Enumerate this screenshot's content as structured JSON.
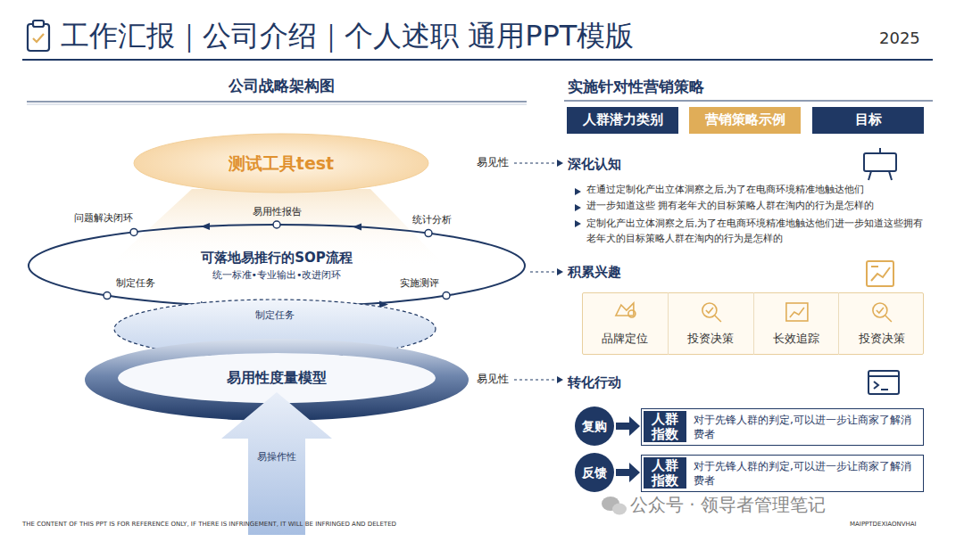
{
  "diagram": {
    "title": "工作汇报｜公司介绍｜个人述职 通用PPT模版",
    "nodes": [
      {
        "text": [
          "测试工具test"
        ]
      },
      {
        "text": [
          "可落地易推行的SOP流程",
          "统一标准•专业输出•改进闭环"
        ]
      },
      {
        "text": [
          "制定任务"
        ]
      },
      {
        "text": [
          "易用性度量模型"
        ]
      },
      {
        "text": [
          "易操作性"
        ]
      },
      {
        "text": [
          "人群潜力类别"
        ]
      },
      {
        "text": [
          "营销策略示例"
        ]
      },
      {
        "text": [
          "目标"
        ]
      },
      {
        "text": [
          "积累兴趣"
        ]
      },
      {
        "text": [
          "品牌定位"
        ],
        "in": 8
      },
      {
        "text": [
          "投资决策"
        ],
        "in": 8
      },
      {
        "text": [
          "长效追踪"
        ],
        "in": 8
      },
      {
        "text": [
          "投资决策"
        ],
        "in": 8
      },
      {
        "text": [
          "复购"
        ]
      },
      {
        "text": [
          "对于先锋人群的判定,可以进一步让商家了解消费者"
        ]
      },
      {
        "text": [
          "人群 指数"
        ],
        "in": 14
      },
      {
        "text": [
          "反馈"
        ]
      },
      {
        "text": [
          "对于先锋人群的判定,可以进一步让商家了解消费者"
        ]
      },
      {
        "text": [
          "人群 指数"
        ],
        "in": 17
      }
    ],
    "edges": [
      {
        "from": 13,
        "to": 14,
        "arrow": "to"
      },
      {
        "from": 16,
        "to": 17,
        "arrow": "to"
      }
    ],
    "labels": [
      "2025",
      "公司战略架构图",
      "易见性",
      "问题解决闭环",
      "易用性报告",
      "统计分析",
      "制定任务",
      "实施测评",
      "易见性",
      "实施针对性营销策略",
      "深化认知",
      "在通过定制化产出立体洞察之后,为了在电商环境精准地触达他们",
      "进一步知道这些 拥有老年犬的目标策略人群在淘内的行为是怎样的",
      "定制化产出立体洞察之后,为了在电商环境精准地触达他们进一步知道这些拥有老年犬的目标策略人群在淘内的行为是怎样的",
      "转化行动",
      "THE CONTENT OF THIS PPT IS FOR REFERENCE ONLY, IF THERE IS INFRINGEMENT, IT WILL BE INFRINGED AND DELETED",
      "MAIPPTDEXIAONVHAI",
      "公众号 · 领导者管理笔记"
    ]
  }
}
